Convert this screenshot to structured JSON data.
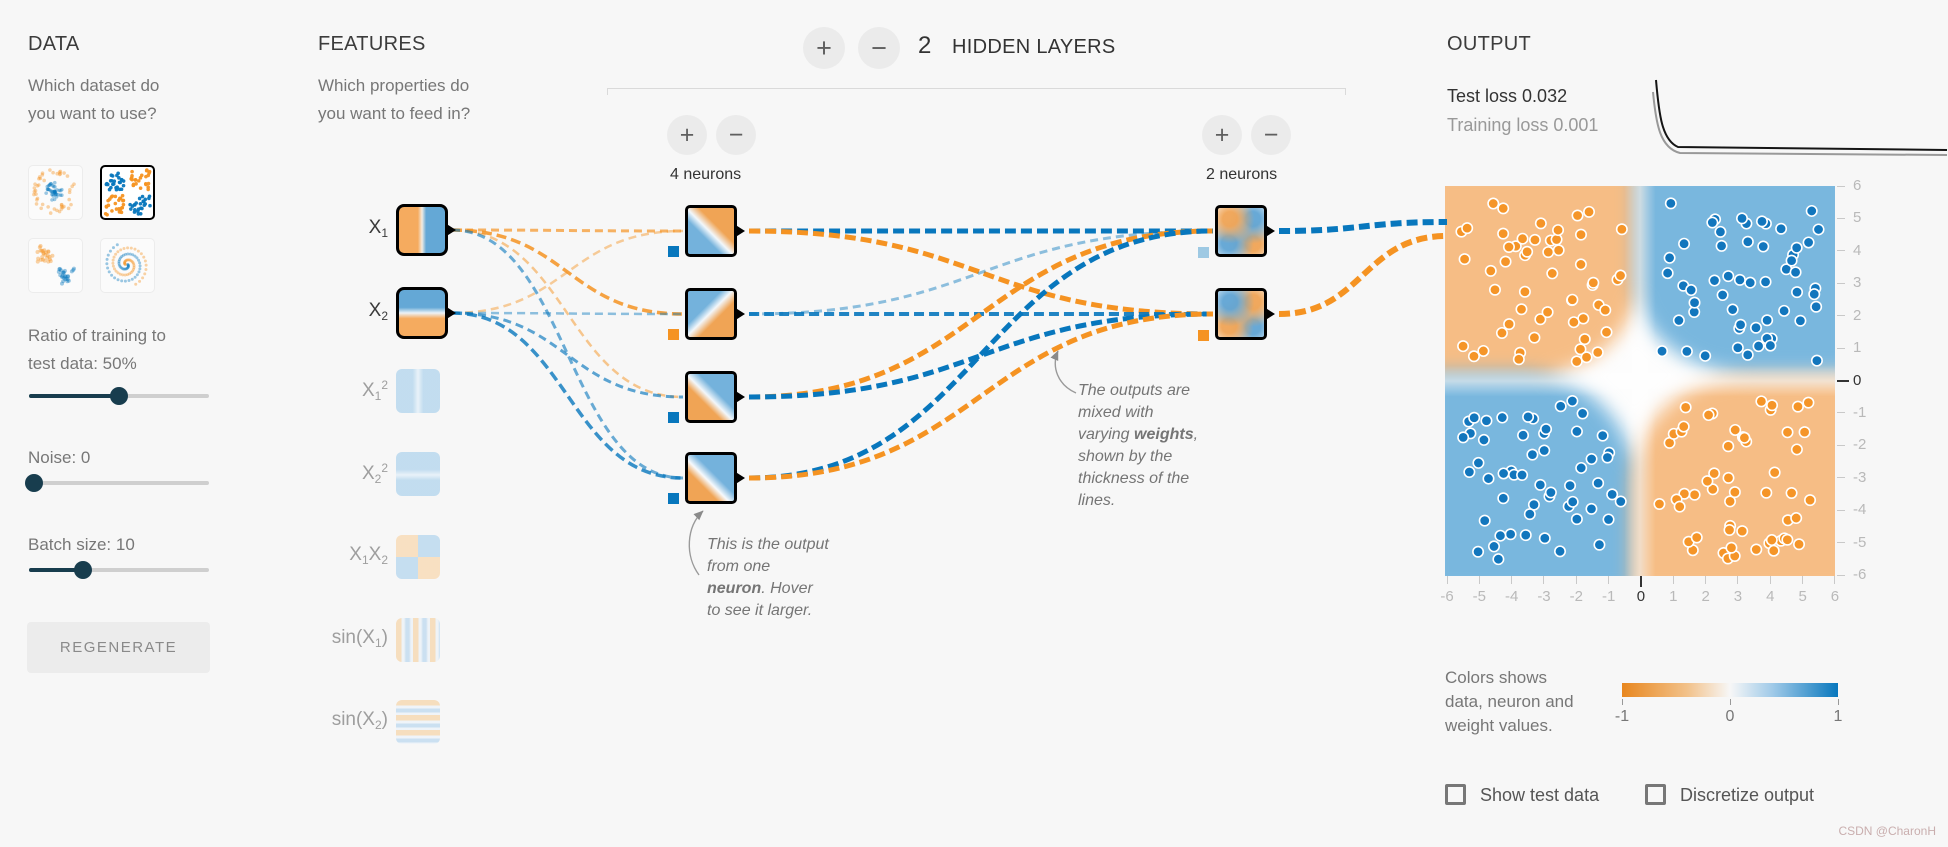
{
  "watermark": "CSDN @CharonH",
  "palette": {
    "orange": "#f59322",
    "blue": "#0877bd",
    "slider": "#183d4e",
    "background": "#f7f7f7"
  },
  "data_panel": {
    "title": "DATA",
    "question": "Which dataset do\nyou want to use?",
    "datasets": [
      {
        "id": "circle",
        "selected": false
      },
      {
        "id": "xor",
        "selected": true
      },
      {
        "id": "gauss",
        "selected": false
      },
      {
        "id": "spiral",
        "selected": false
      }
    ],
    "sliders": [
      {
        "id": "ratio",
        "label": "Ratio of training to\ntest data:",
        "value": "50%",
        "percent": 50
      },
      {
        "id": "noise",
        "label": "Noise:",
        "value": "0",
        "percent": 0
      },
      {
        "id": "batch",
        "label": "Batch size:",
        "value": "10",
        "percent": 30
      }
    ],
    "regenerate": "REGENERATE"
  },
  "features_panel": {
    "title": "FEATURES",
    "question": "Which properties do\nyou want to feed in?",
    "features": [
      {
        "id": "x1",
        "segments": [
          {
            "t": "X"
          },
          {
            "sub": "1"
          }
        ],
        "active": true,
        "pattern": "hm-x1"
      },
      {
        "id": "x2",
        "segments": [
          {
            "t": "X"
          },
          {
            "sub": "2"
          }
        ],
        "active": true,
        "pattern": "hm-x2"
      },
      {
        "id": "x1sq",
        "segments": [
          {
            "t": "X"
          },
          {
            "sub": "1"
          },
          {
            "sup": "2"
          }
        ],
        "active": false,
        "pattern": "pat-x1sq"
      },
      {
        "id": "x2sq",
        "segments": [
          {
            "t": "X"
          },
          {
            "sub": "2"
          },
          {
            "sup": "2"
          }
        ],
        "active": false,
        "pattern": "pat-x2sq"
      },
      {
        "id": "x1x2",
        "segments": [
          {
            "t": "X"
          },
          {
            "sub": "1"
          },
          {
            "t": "X"
          },
          {
            "sub": "2"
          }
        ],
        "active": false,
        "pattern": "pat-xor"
      },
      {
        "id": "sinx1",
        "segments": [
          {
            "t": "sin(X"
          },
          {
            "sub": "1"
          },
          {
            "t": ")"
          }
        ],
        "active": false,
        "pattern": "pat-sinx"
      },
      {
        "id": "sinx2",
        "segments": [
          {
            "t": "sin(X"
          },
          {
            "sub": "2"
          },
          {
            "t": ")"
          }
        ],
        "active": false,
        "pattern": "pat-siny"
      }
    ]
  },
  "network": {
    "plus": "+",
    "minus": "−",
    "hidden_count": "2",
    "hidden_label": "HIDDEN LAYERS",
    "layer_labels": [
      "4 neurons",
      "2 neurons"
    ],
    "layer1_neurons": [
      {
        "id": "h1n1",
        "pattern": "hm1",
        "weight_color": "#0877bd"
      },
      {
        "id": "h1n2",
        "pattern": "hm2",
        "weight_color": "#f59322"
      },
      {
        "id": "h1n3",
        "pattern": "hm3",
        "weight_color": "#0877bd"
      },
      {
        "id": "h1n4",
        "pattern": "hm4",
        "weight_color": "#0877bd"
      }
    ],
    "layer2_neurons": [
      {
        "id": "h2n1",
        "pattern": "hm5",
        "weight_color": "#9ec9e3"
      },
      {
        "id": "h2n2",
        "pattern": "hm6",
        "weight_color": "#f59322"
      }
    ],
    "connections": [
      {
        "from": "x1",
        "to": "h1n1",
        "color": "orange",
        "w": 3,
        "o": 0.7
      },
      {
        "from": "x2",
        "to": "h1n1",
        "color": "orange",
        "w": 2.5,
        "o": 0.45
      },
      {
        "from": "x1",
        "to": "h1n2",
        "color": "orange",
        "w": 3.5,
        "o": 0.85
      },
      {
        "from": "x2",
        "to": "h1n2",
        "color": "blue",
        "w": 2.5,
        "o": 0.45
      },
      {
        "from": "x1",
        "to": "h1n3",
        "color": "orange",
        "w": 2.5,
        "o": 0.5
      },
      {
        "from": "x2",
        "to": "h1n3",
        "color": "blue",
        "w": 3,
        "o": 0.65
      },
      {
        "from": "x1",
        "to": "h1n4",
        "color": "blue",
        "w": 3,
        "o": 0.6
      },
      {
        "from": "x2",
        "to": "h1n4",
        "color": "blue",
        "w": 3.5,
        "o": 0.8
      },
      {
        "from": "h1n1",
        "to": "h2n1",
        "color": "blue",
        "w": 5,
        "o": 1
      },
      {
        "from": "h1n1",
        "to": "h2n2",
        "color": "orange",
        "w": 5,
        "o": 1
      },
      {
        "from": "h1n2",
        "to": "h2n1",
        "color": "blue",
        "w": 3,
        "o": 0.45
      },
      {
        "from": "h1n2",
        "to": "h2n2",
        "color": "blue",
        "w": 4,
        "o": 0.9
      },
      {
        "from": "h1n3",
        "to": "h2n1",
        "color": "orange",
        "w": 5,
        "o": 1
      },
      {
        "from": "h1n3",
        "to": "h2n2",
        "color": "blue",
        "w": 5,
        "o": 1
      },
      {
        "from": "h1n4",
        "to": "h2n1",
        "color": "blue",
        "w": 5,
        "o": 1
      },
      {
        "from": "h1n4",
        "to": "h2n2",
        "color": "orange",
        "w": 5,
        "o": 1
      },
      {
        "from": "h2n1",
        "to": "out1",
        "color": "blue",
        "w": 6,
        "o": 1
      },
      {
        "from": "h2n2",
        "to": "out2",
        "color": "orange",
        "w": 6,
        "o": 1
      }
    ]
  },
  "annotations": {
    "neuron": "This is the output\nfrom one\n**neuron**. Hover\nto see it larger.",
    "weights": "The outputs are\nmixed with\nvarying **weights**,\nshown by the\nthickness of the\nlines."
  },
  "output_panel": {
    "title": "OUTPUT",
    "test_loss_label": "Test loss",
    "test_loss_value": "0.032",
    "training_loss_label": "Training loss",
    "training_loss_value": "0.001",
    "x_ticks": [
      "-6",
      "-5",
      "-4",
      "-3",
      "-2",
      "-1",
      "0",
      "1",
      "2",
      "3",
      "4",
      "5",
      "6"
    ],
    "y_ticks": [
      "6",
      "5",
      "4",
      "3",
      "2",
      "1",
      "0",
      "-1",
      "-2",
      "-3",
      "-4",
      "-5",
      "-6"
    ],
    "scatter": {
      "tl": "orange",
      "tr": "blue",
      "bl": "blue",
      "br": "orange",
      "per_quadrant": 55
    },
    "legend": {
      "text": "Colors shows\ndata, neuron and\nweight values.",
      "ticks": [
        "-1",
        "0",
        "1"
      ]
    },
    "checkboxes": [
      {
        "label": "Show test data",
        "checked": false
      },
      {
        "label": "Discretize output",
        "checked": false
      }
    ]
  }
}
